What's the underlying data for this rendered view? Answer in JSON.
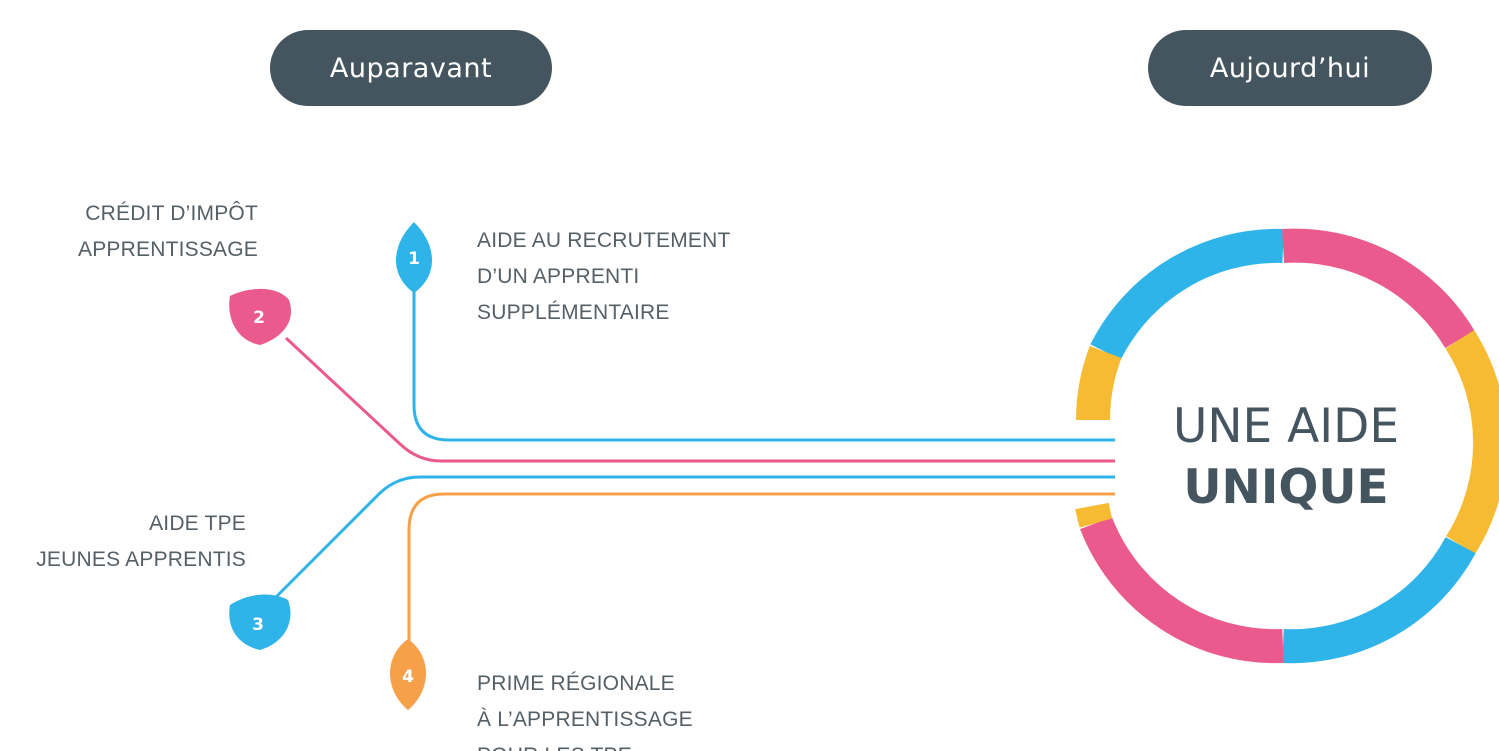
{
  "header": {
    "before_label": "Auparavant",
    "today_label": "Aujourd’hui"
  },
  "colors": {
    "dark": "#455560",
    "blue": "#2fb4ea",
    "pink": "#ea5a8c",
    "yellow": "#f7bb33",
    "orange": "#f7a04a",
    "text": "#555f66"
  },
  "aids": [
    {
      "number": "1",
      "color": "blue",
      "lines": [
        "AIDE AU RECRUTEMENT",
        "D’UN APPRENTI",
        "SUPPLÉMENTAIRE"
      ]
    },
    {
      "number": "2",
      "color": "pink",
      "lines": [
        "CRÉDIT D’IMPÔT",
        "APPRENTISSAGE"
      ]
    },
    {
      "number": "3",
      "color": "blue",
      "lines": [
        "AIDE TPE",
        "JEUNES APPRENTIS"
      ]
    },
    {
      "number": "4",
      "color": "orange",
      "lines": [
        "PRIME RÉGIONALE",
        "À L’APPRENTISSAGE",
        "POUR LES TPE"
      ]
    }
  ],
  "result": {
    "line1": "UNE AIDE",
    "line2": "UNIQUE"
  }
}
